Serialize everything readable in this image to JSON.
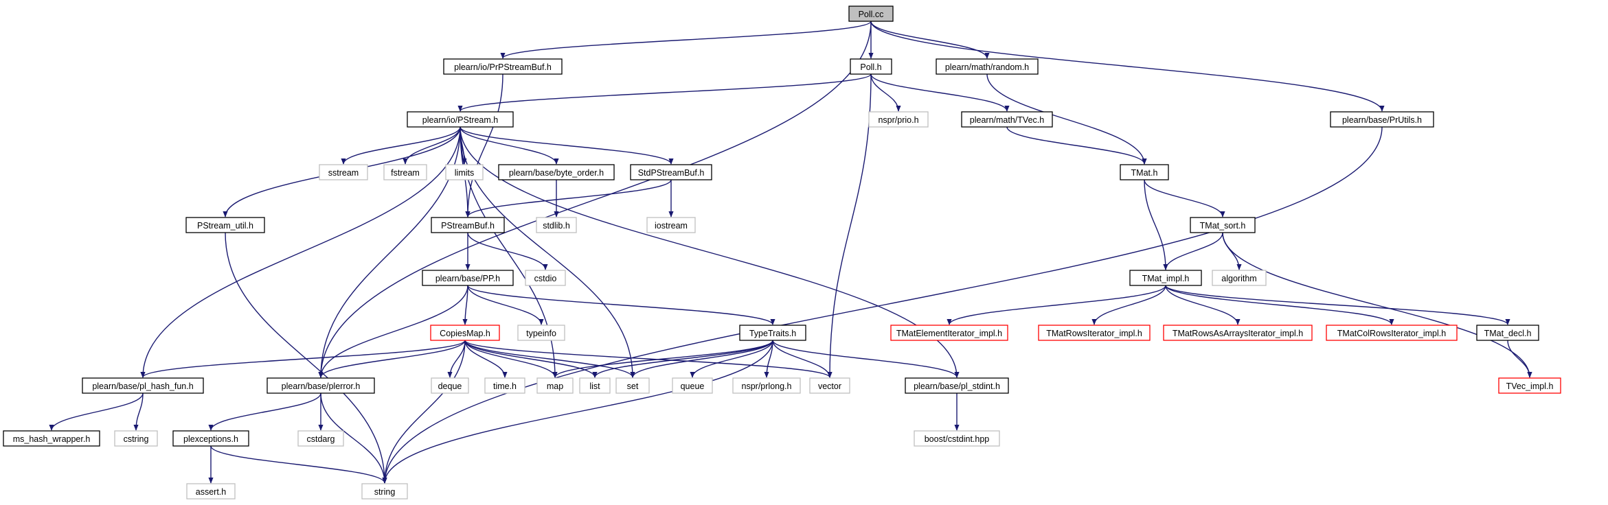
{
  "graph": {
    "title": "",
    "colors": {
      "edge": "#191970",
      "root_fill": "#bfbfbf",
      "node_border": "#000000",
      "external_border": "#bfbfbf",
      "truncated_border": "#ff0000",
      "text": "#000000"
    },
    "nodes": [
      {
        "id": "poll_cc",
        "label": "Poll.cc",
        "style": "root"
      },
      {
        "id": "prpstreambuf",
        "label": "plearn/io/PrPStreamBuf.h",
        "style": "normal"
      },
      {
        "id": "poll_h",
        "label": "Poll.h",
        "style": "normal"
      },
      {
        "id": "random_h",
        "label": "plearn/math/random.h",
        "style": "normal"
      },
      {
        "id": "prutils",
        "label": "plearn/base/PrUtils.h",
        "style": "normal"
      },
      {
        "id": "pstream_h",
        "label": "plearn/io/PStream.h",
        "style": "normal"
      },
      {
        "id": "nspr_prio",
        "label": "nspr/prio.h",
        "style": "external"
      },
      {
        "id": "tvec_h",
        "label": "plearn/math/TVec.h",
        "style": "normal"
      },
      {
        "id": "tmat_h",
        "label": "TMat.h",
        "style": "normal"
      },
      {
        "id": "sstream",
        "label": "sstream",
        "style": "external"
      },
      {
        "id": "fstream",
        "label": "fstream",
        "style": "external"
      },
      {
        "id": "limits",
        "label": "limits",
        "style": "external"
      },
      {
        "id": "byte_order",
        "label": "plearn/base/byte_order.h",
        "style": "normal"
      },
      {
        "id": "stdpstreambuf",
        "label": "StdPStreamBuf.h",
        "style": "normal"
      },
      {
        "id": "tmat_sort",
        "label": "TMat_sort.h",
        "style": "normal"
      },
      {
        "id": "pstream_util",
        "label": "PStream_util.h",
        "style": "normal"
      },
      {
        "id": "pstreambuf",
        "label": "PStreamBuf.h",
        "style": "normal"
      },
      {
        "id": "stdlib",
        "label": "stdlib.h",
        "style": "external"
      },
      {
        "id": "iostream",
        "label": "iostream",
        "style": "external"
      },
      {
        "id": "pp_h",
        "label": "plearn/base/PP.h",
        "style": "normal"
      },
      {
        "id": "cstdio",
        "label": "cstdio",
        "style": "external"
      },
      {
        "id": "tmat_impl",
        "label": "TMat_impl.h",
        "style": "normal"
      },
      {
        "id": "algorithm",
        "label": "algorithm",
        "style": "external"
      },
      {
        "id": "copiesmap",
        "label": "CopiesMap.h",
        "style": "truncated"
      },
      {
        "id": "typeinfo",
        "label": "typeinfo",
        "style": "external"
      },
      {
        "id": "typetraits",
        "label": "TypeTraits.h",
        "style": "normal"
      },
      {
        "id": "tmatelemit",
        "label": "TMatElementIterator_impl.h",
        "style": "truncated"
      },
      {
        "id": "tmatrowsit",
        "label": "TMatRowsIterator_impl.h",
        "style": "truncated"
      },
      {
        "id": "tmatrowsasarr",
        "label": "TMatRowsAsArraysIterator_impl.h",
        "style": "truncated"
      },
      {
        "id": "tmatcolrows",
        "label": "TMatColRowsIterator_impl.h",
        "style": "truncated"
      },
      {
        "id": "tmat_decl",
        "label": "TMat_decl.h",
        "style": "normal"
      },
      {
        "id": "pl_hash_fun",
        "label": "plearn/base/pl_hash_fun.h",
        "style": "normal"
      },
      {
        "id": "plerror",
        "label": "plearn/base/plerror.h",
        "style": "normal"
      },
      {
        "id": "deque",
        "label": "deque",
        "style": "external"
      },
      {
        "id": "time_h",
        "label": "time.h",
        "style": "external"
      },
      {
        "id": "map",
        "label": "map",
        "style": "external"
      },
      {
        "id": "list",
        "label": "list",
        "style": "external"
      },
      {
        "id": "set",
        "label": "set",
        "style": "external"
      },
      {
        "id": "queue",
        "label": "queue",
        "style": "external"
      },
      {
        "id": "nspr_prlong",
        "label": "nspr/prlong.h",
        "style": "external"
      },
      {
        "id": "vector",
        "label": "vector",
        "style": "external"
      },
      {
        "id": "pl_stdint",
        "label": "plearn/base/pl_stdint.h",
        "style": "normal"
      },
      {
        "id": "tvec_impl",
        "label": "TVec_impl.h",
        "style": "truncated"
      },
      {
        "id": "ms_hash",
        "label": "ms_hash_wrapper.h",
        "style": "normal"
      },
      {
        "id": "cstring",
        "label": "cstring",
        "style": "external"
      },
      {
        "id": "plexceptions",
        "label": "plexceptions.h",
        "style": "normal"
      },
      {
        "id": "cstdarg",
        "label": "cstdarg",
        "style": "external"
      },
      {
        "id": "boost_cstdint",
        "label": "boost/cstdint.hpp",
        "style": "external"
      },
      {
        "id": "assert_h",
        "label": "assert.h",
        "style": "external"
      },
      {
        "id": "string",
        "label": "string",
        "style": "external"
      }
    ],
    "edges": [
      [
        "poll_cc",
        "prpstreambuf"
      ],
      [
        "poll_cc",
        "poll_h"
      ],
      [
        "poll_cc",
        "random_h"
      ],
      [
        "poll_cc",
        "prutils"
      ],
      [
        "poll_cc",
        "plerror"
      ],
      [
        "prpstreambuf",
        "pstreambuf"
      ],
      [
        "poll_h",
        "pstream_h"
      ],
      [
        "poll_h",
        "nspr_prio"
      ],
      [
        "poll_h",
        "tvec_h"
      ],
      [
        "poll_h",
        "vector"
      ],
      [
        "random_h",
        "tmat_h"
      ],
      [
        "prutils",
        "string"
      ],
      [
        "tvec_h",
        "tmat_h"
      ],
      [
        "pstream_h",
        "sstream"
      ],
      [
        "pstream_h",
        "fstream"
      ],
      [
        "pstream_h",
        "limits"
      ],
      [
        "pstream_h",
        "byte_order"
      ],
      [
        "pstream_h",
        "stdpstreambuf"
      ],
      [
        "pstream_h",
        "pstream_util"
      ],
      [
        "pstream_h",
        "pstreambuf"
      ],
      [
        "pstream_h",
        "pl_hash_fun"
      ],
      [
        "pstream_h",
        "plerror"
      ],
      [
        "pstream_h",
        "map"
      ],
      [
        "pstream_h",
        "set"
      ],
      [
        "pstream_h",
        "pl_stdint"
      ],
      [
        "byte_order",
        "stdlib"
      ],
      [
        "stdpstreambuf",
        "pstreambuf"
      ],
      [
        "stdpstreambuf",
        "iostream"
      ],
      [
        "pstream_util",
        "string"
      ],
      [
        "pstreambuf",
        "pp_h"
      ],
      [
        "pstreambuf",
        "cstdio"
      ],
      [
        "pp_h",
        "copiesmap"
      ],
      [
        "pp_h",
        "typeinfo"
      ],
      [
        "pp_h",
        "typetraits"
      ],
      [
        "pp_h",
        "plerror"
      ],
      [
        "tmat_h",
        "tmat_sort"
      ],
      [
        "tmat_h",
        "tmat_impl"
      ],
      [
        "tmat_sort",
        "tmat_impl"
      ],
      [
        "tmat_sort",
        "algorithm"
      ],
      [
        "tmat_sort",
        "tvec_impl"
      ],
      [
        "tmat_impl",
        "tmatelemit"
      ],
      [
        "tmat_impl",
        "tmatrowsit"
      ],
      [
        "tmat_impl",
        "tmatrowsasarr"
      ],
      [
        "tmat_impl",
        "tmatcolrows"
      ],
      [
        "tmat_impl",
        "tmat_decl"
      ],
      [
        "tmat_decl",
        "tvec_impl"
      ],
      [
        "copiesmap",
        "pl_hash_fun"
      ],
      [
        "copiesmap",
        "plerror"
      ],
      [
        "copiesmap",
        "deque"
      ],
      [
        "copiesmap",
        "time_h"
      ],
      [
        "copiesmap",
        "map"
      ],
      [
        "copiesmap",
        "list"
      ],
      [
        "copiesmap",
        "set"
      ],
      [
        "copiesmap",
        "vector"
      ],
      [
        "copiesmap",
        "string"
      ],
      [
        "typetraits",
        "map"
      ],
      [
        "typetraits",
        "list"
      ],
      [
        "typetraits",
        "set"
      ],
      [
        "typetraits",
        "queue"
      ],
      [
        "typetraits",
        "nspr_prlong"
      ],
      [
        "typetraits",
        "vector"
      ],
      [
        "typetraits",
        "pl_stdint"
      ],
      [
        "typetraits",
        "string"
      ],
      [
        "pl_hash_fun",
        "ms_hash"
      ],
      [
        "pl_hash_fun",
        "cstring"
      ],
      [
        "plerror",
        "plexceptions"
      ],
      [
        "plerror",
        "cstdarg"
      ],
      [
        "plerror",
        "string"
      ],
      [
        "plexceptions",
        "assert_h"
      ],
      [
        "plexceptions",
        "string"
      ],
      [
        "pl_stdint",
        "boost_cstdint"
      ]
    ]
  }
}
